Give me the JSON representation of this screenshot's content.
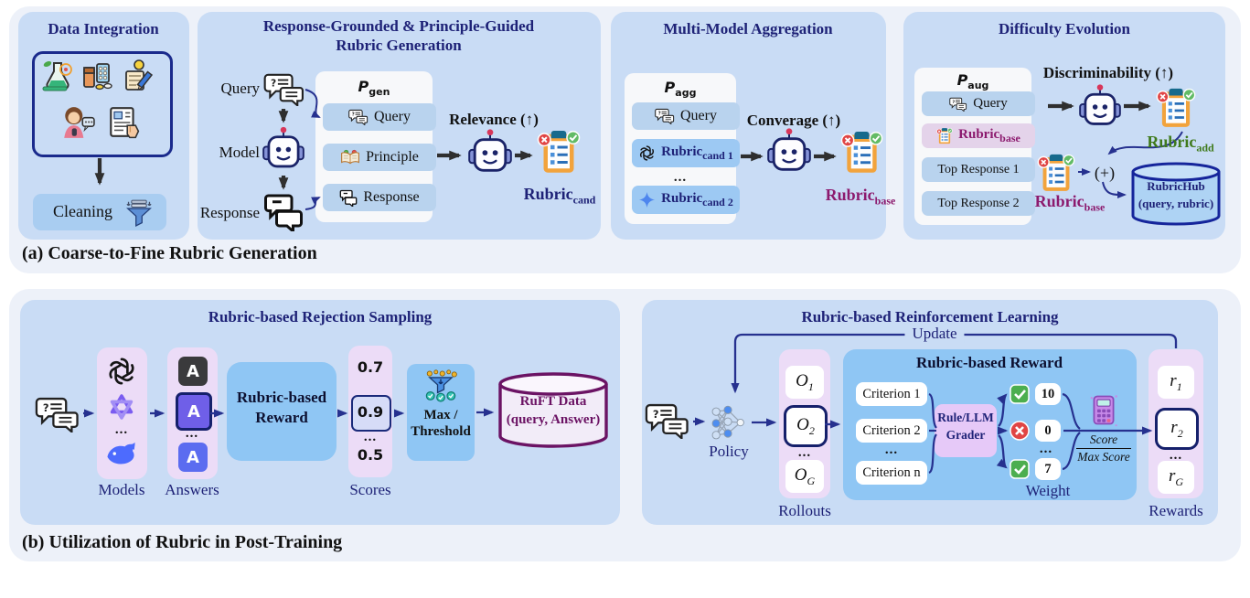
{
  "a": {
    "caption": "(a) Coarse-to-Fine Rubric Generation",
    "integration": {
      "title": "Data Integration",
      "cleaning": "Cleaning"
    },
    "gen": {
      "title1": "Response-Grounded & Principle-Guided",
      "title2": "Rubric Generation",
      "query": "Query",
      "model": "Model",
      "response": "Response",
      "p": "P",
      "p_sub": "gen",
      "row_query": "Query",
      "row_principle": "Principle",
      "row_response": "Response",
      "relevance": "Relevance (↑)",
      "rubric_cand": "Rubric",
      "rubric_cand_sub": "cand"
    },
    "agg": {
      "title": "Multi-Model Aggregation",
      "p": "P",
      "p_sub": "agg",
      "row_query": "Query",
      "cand1": "Rubric",
      "cand1_sub": "cand 1",
      "dots": "...",
      "cand2": "Rubric",
      "cand2_sub": "cand 2",
      "coverage": "Converage (↑)",
      "rubric_base": "Rubric",
      "rubric_base_sub": "base"
    },
    "diff": {
      "title": "Difficulty Evolution",
      "p": "P",
      "p_sub": "aug",
      "row_query": "Query",
      "row_rubric": "Rubric",
      "row_rubric_sub": "base",
      "row_top1": "Top Response 1",
      "row_top2": "Top Response 2",
      "discriminability": "Discriminability (↑)",
      "rubric_add": "Rubric",
      "rubric_add_sub": "add",
      "rubric_base": "Rubric",
      "rubric_base_sub": "base",
      "plus": "(+)",
      "hub1": "RubricHub",
      "hub2": "(query, rubric)"
    }
  },
  "b": {
    "caption": "(b) Utilization of Rubric in Post-Training",
    "rs": {
      "title": "Rubric-based Rejection Sampling",
      "models": "Models",
      "answers": "Answers",
      "a1": "A",
      "a2": "A",
      "a3": "A",
      "dots": "...",
      "reward1": "Rubric-based",
      "reward2": "Reward",
      "s1": "0.7",
      "s2": "0.9",
      "s3": "0.5",
      "scores": "Scores",
      "max1": "Max /",
      "max2": "Threshold",
      "ruft1": "RuFT Data",
      "ruft2": "(query, Answer)"
    },
    "rl": {
      "title": "Rubric-based Reinforcement Learning",
      "update": "Update",
      "policy": "Policy",
      "o": "O",
      "o1_sub": "1",
      "o2_sub": "2",
      "og_sub": "G",
      "dots": "...",
      "rollouts": "Rollouts",
      "reward_title": "Rubric-based Reward",
      "c1": "Criterion 1",
      "c2": "Criterion 2",
      "cn": "Criterion n",
      "grader1": "Rule/LLM",
      "grader2": "Grader",
      "w1": "10",
      "w2": "0",
      "w3": "7",
      "weight": "Weight",
      "frac_top": "Score",
      "frac_bot": "Max Score",
      "r": "r",
      "r1_sub": "1",
      "r2_sub": "2",
      "rg_sub": "G",
      "rewards": "Rewards"
    }
  },
  "colors": {
    "navy": "#1e2277",
    "sub_box": "#c9dcf5",
    "reward_blue": "#8fc6f4",
    "lavender": "#ecdcf7",
    "magenta": "#8c1a6e",
    "green": "#3f7a1c",
    "ruft_purple": "#6b1364",
    "hub_fill": "#aed3f4"
  }
}
